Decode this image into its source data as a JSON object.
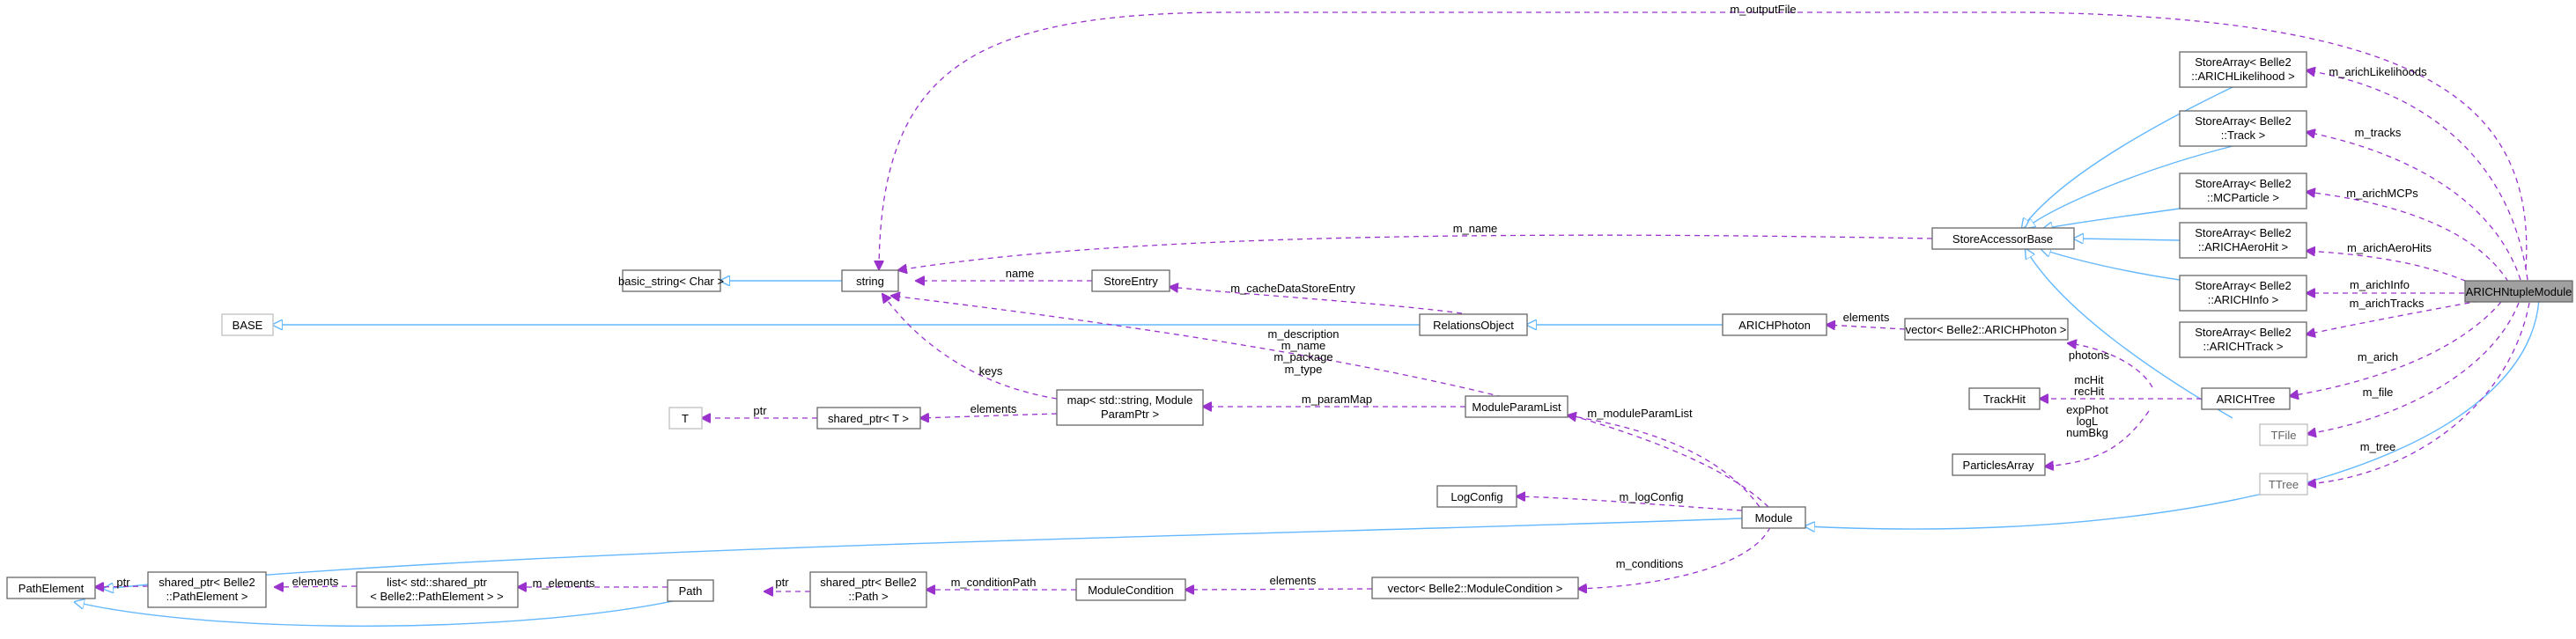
{
  "diagram": {
    "focus_class": "ARICHNtupleModule",
    "nodes": {
      "string": "string",
      "basic_string": "basic_string< Char >",
      "store_entry": "StoreEntry",
      "base": "BASE",
      "relations_object": "RelationsObject",
      "store_accessor_base": "StoreAccessorBase",
      "arich_photon": "ARICHPhoton",
      "vector_arich_photon": "vector< Belle2::ARICHPhoton >",
      "map_module_param": [
        "map< std::string, Module",
        "ParamPtr >"
      ],
      "shared_ptr_t": "shared_ptr< T >",
      "t": "T",
      "module_param_list": "ModuleParamList",
      "log_config": "LogConfig",
      "module": "Module",
      "track_hit": "TrackHit",
      "particles_array": "ParticlesArray",
      "arich_tree": "ARICHTree",
      "tfile": "TFile",
      "ttree": "TTree",
      "path_element": "PathElement",
      "shared_ptr_path_element": [
        "shared_ptr< Belle2",
        "::PathElement >"
      ],
      "list_shared_ptr": [
        "list< std::shared_ptr",
        "< Belle2::PathElement > >"
      ],
      "path": "Path",
      "shared_ptr_path": [
        "shared_ptr< Belle2",
        "::Path >"
      ],
      "module_condition": "ModuleCondition",
      "vector_module_condition": "vector< Belle2::ModuleCondition >",
      "sa_likelihood": [
        "StoreArray< Belle2",
        "::ARICHLikelihood >"
      ],
      "sa_track": [
        "StoreArray< Belle2",
        "::Track >"
      ],
      "sa_mcparticle": [
        "StoreArray< Belle2",
        "::MCParticle >"
      ],
      "sa_aerohit": [
        "StoreArray< Belle2",
        "::ARICHAeroHit >"
      ],
      "sa_info": [
        "StoreArray< Belle2",
        "::ARICHInfo >"
      ],
      "sa_arichtrack": [
        "StoreArray< Belle2",
        "::ARICHTrack >"
      ],
      "focus": "ARICHNtupleModule"
    },
    "edge_labels": {
      "m_outputFile": "m_outputFile",
      "m_name": "m_name",
      "name": "name",
      "m_cacheDataStoreEntry": "m_cacheDataStoreEntry",
      "module_members": [
        "m_description",
        "m_name",
        "m_package",
        "m_type"
      ],
      "keys": "keys",
      "elements": "elements",
      "ptr": "ptr",
      "m_paramMap": "m_paramMap",
      "m_moduleParamList": "m_moduleParamList",
      "m_logConfig": "m_logConfig",
      "m_conditions": "m_conditions",
      "m_conditionPath": "m_conditionPath",
      "m_elements": "m_elements",
      "photons": "photons",
      "track_hits": [
        "mcHit",
        "recHit"
      ],
      "particles": [
        "expPhot",
        "logL",
        "numBkg"
      ],
      "m_arichLikelihoods": "m_arichLikelihoods",
      "m_tracks": "m_tracks",
      "m_arichMCPs": "m_arichMCPs",
      "m_arichAeroHits": "m_arichAeroHits",
      "m_arichInfo": "m_arichInfo",
      "m_arichTracks": "m_arichTracks",
      "m_arich": "m_arich",
      "m_file": "m_file",
      "m_tree": "m_tree"
    },
    "colors": {
      "inheritance_edge": "#63b8ff",
      "member_edge": "#9a32cd",
      "focus_fill": "#a0a0a0",
      "node_border": "#666666",
      "external_node_border": "#bfbfbf"
    }
  }
}
